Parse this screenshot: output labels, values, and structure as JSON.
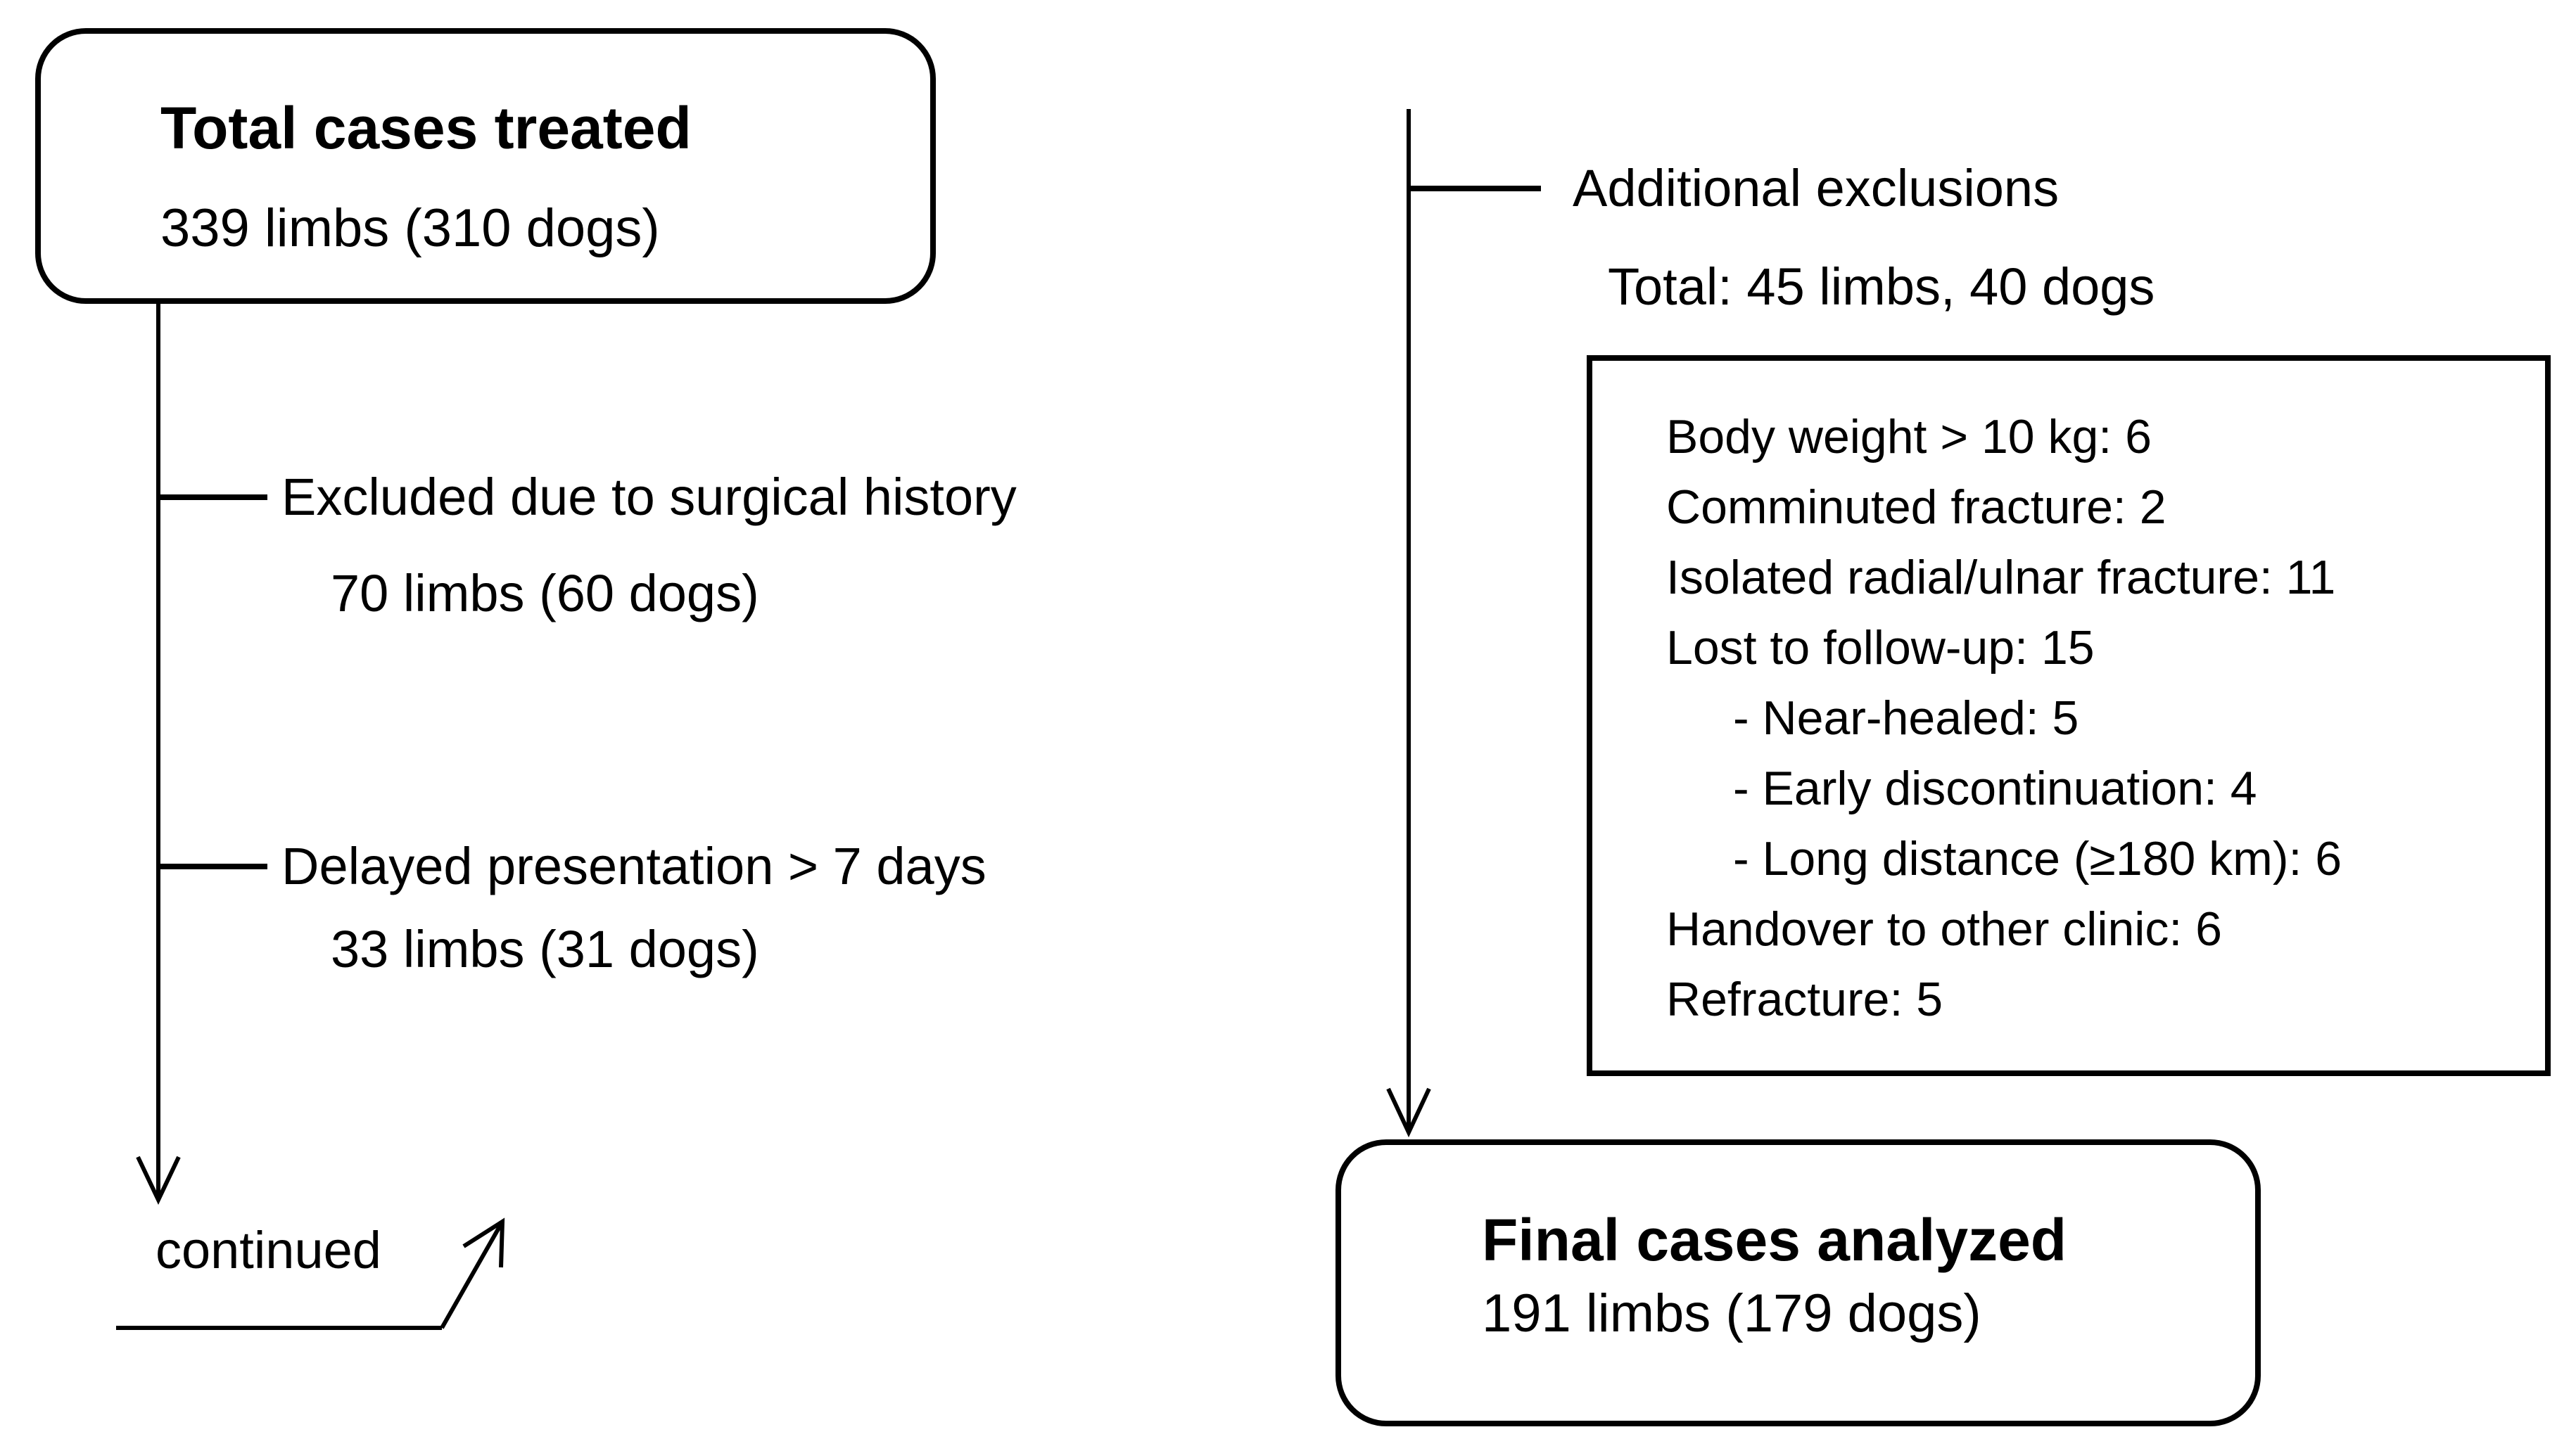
{
  "diagram": {
    "total_box": {
      "title": "Total cases treated",
      "subtitle": "339 limbs (310 dogs)"
    },
    "branches_left": [
      {
        "label": "Excluded due to surgical history",
        "value": "70 limbs (60 dogs)"
      },
      {
        "label": "Delayed presentation > 7 days",
        "value": "33 limbs (31 dogs)"
      }
    ],
    "continued_label": "continued",
    "right_branch": {
      "label": "Additional exclusions",
      "total_line": "Total: 45 limbs, 40 dogs",
      "items": [
        {
          "text": "Body weight > 10 kg: 6"
        },
        {
          "text": "Comminuted fracture: 2"
        },
        {
          "text": "Isolated radial/ulnar fracture: 11"
        },
        {
          "text": "Lost to follow-up: 15"
        },
        {
          "text": "- Near-healed: 5"
        },
        {
          "text": "- Early discontinuation: 4"
        },
        {
          "text": "- Long distance (≥180 km): 6"
        },
        {
          "text": "Handover to other clinic: 6"
        },
        {
          "text": "Refracture: 5"
        }
      ]
    },
    "final_box": {
      "title": "Final cases analyzed",
      "subtitle": "191 limbs (179 dogs)"
    },
    "colors": {
      "ink": "#000000",
      "background": "#ffffff"
    }
  }
}
